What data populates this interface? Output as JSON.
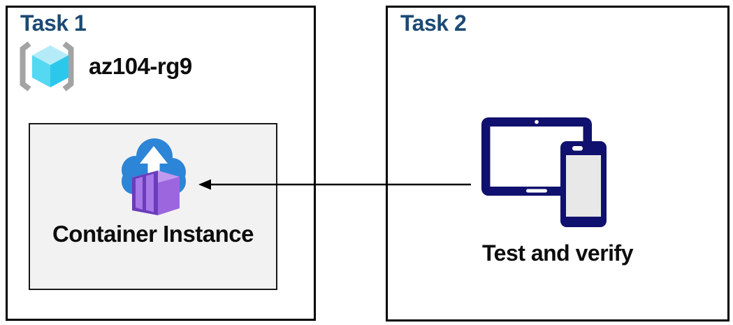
{
  "task1": {
    "title": "Task 1",
    "resource_group_name": "az104-rg9",
    "container_label": "Container Instance"
  },
  "task2": {
    "title": "Task 2",
    "caption": "Test and verify"
  },
  "connector": {
    "direction": "from-task2-devices-to-container-instance",
    "color": "#000000"
  },
  "icons": {
    "resource_group": "azure-resource-group-icon",
    "container_instance": "azure-container-instance-icon",
    "devices": "tablet-and-phone-icon"
  },
  "colors": {
    "title_navy": "#1c4a75",
    "text_black": "#0d0d0d",
    "box_border": "#000000",
    "inner_box_bg": "#f2f2f2",
    "bracket_gray": "#a3a3a3",
    "cube_top": "#b5ebf8",
    "cube_left": "#55d8f2",
    "cube_right": "#2bc8ec",
    "cloud_blue": "#2c85d6",
    "cloud_arrow_white": "#ffffff",
    "container_front": "#6b3cbb",
    "container_panel": "#a678e8",
    "container_top": "#c09aef",
    "container_right": "#9c67de",
    "device_navy": "#10106e",
    "tablet_screen": "#ffffff",
    "phone_screen": "#e8e8e8"
  }
}
